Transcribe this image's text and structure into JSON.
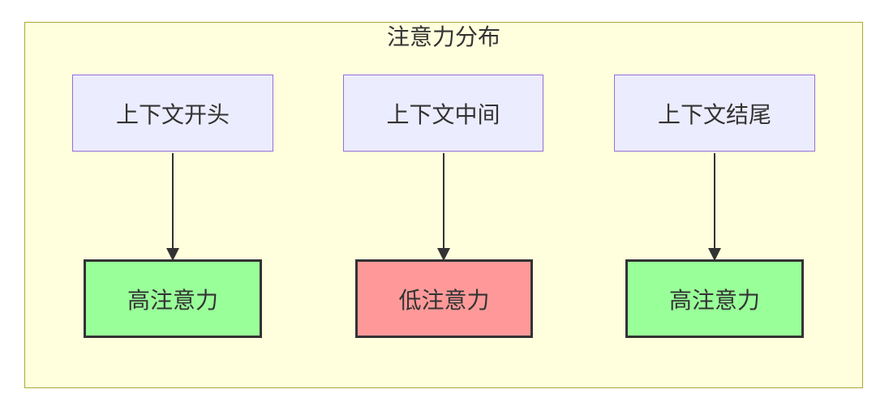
{
  "diagram": {
    "title": "注意力分布",
    "container": {
      "fill": "#ffffde",
      "border_color": "#aaaa33"
    },
    "text_color": "#333333",
    "arrow_color": "#333333",
    "nodes": [
      {
        "id": "context-start",
        "label": "上下文开头",
        "fill": "#ececff",
        "border_color": "#9370db"
      },
      {
        "id": "context-middle",
        "label": "上下文中间",
        "fill": "#ececff",
        "border_color": "#9370db"
      },
      {
        "id": "context-end",
        "label": "上下文结尾",
        "fill": "#ececff",
        "border_color": "#9370db"
      },
      {
        "id": "high-attention-1",
        "label": "高注意力",
        "fill": "#99ff99",
        "border_color": "#333333"
      },
      {
        "id": "low-attention",
        "label": "低注意力",
        "fill": "#ff9999",
        "border_color": "#333333"
      },
      {
        "id": "high-attention-2",
        "label": "高注意力",
        "fill": "#99ff99",
        "border_color": "#333333"
      }
    ],
    "edges": [
      {
        "from": "context-start",
        "to": "high-attention-1"
      },
      {
        "from": "context-middle",
        "to": "low-attention"
      },
      {
        "from": "context-end",
        "to": "high-attention-2"
      }
    ]
  }
}
